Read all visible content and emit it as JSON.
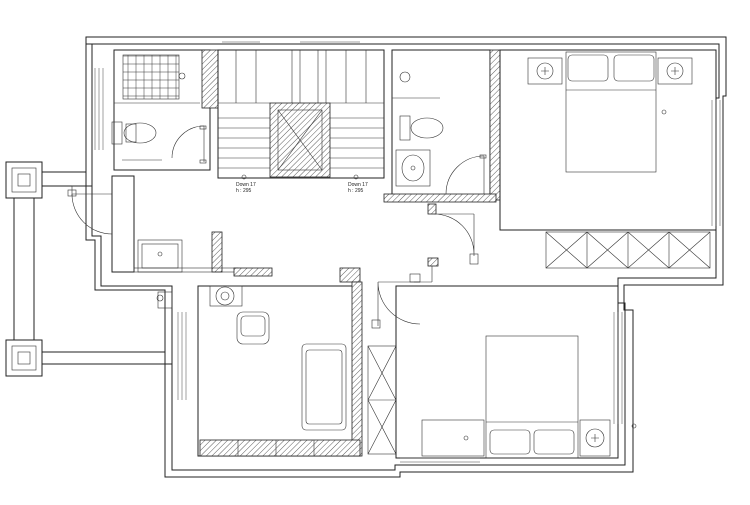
{
  "labels": {
    "stair_left_line1": "Down 17",
    "stair_left_line2": "h : 295",
    "stair_right_line1": "Down 17",
    "stair_right_line2": "h : 295"
  }
}
